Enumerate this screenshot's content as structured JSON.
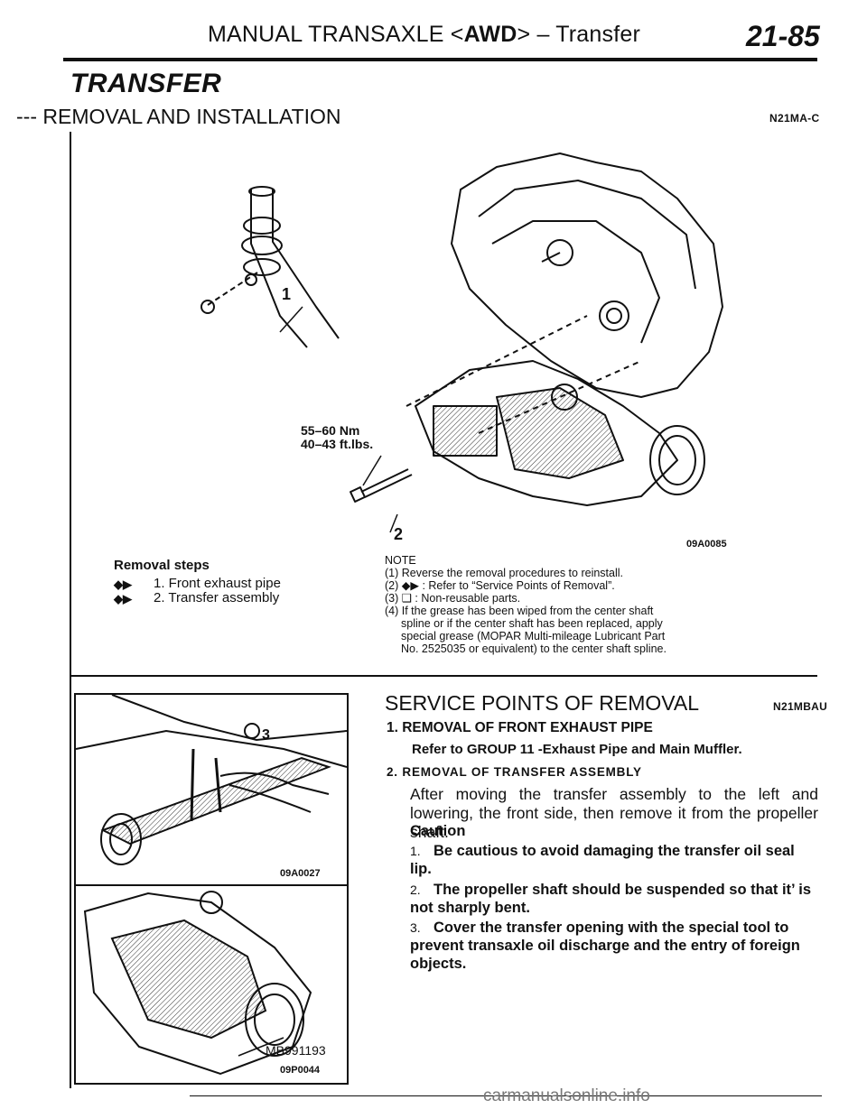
{
  "header": {
    "title_prefix": "MANUAL TRANSAXLE <",
    "title_bold": "AWD",
    "title_suffix": "> – Transfer",
    "page_number": "21-85"
  },
  "section": {
    "title": "TRANSFER",
    "subtitle": "--- REMOVAL AND INSTALLATION",
    "code": "N21MA-C"
  },
  "figure_main": {
    "callout_1": "1",
    "callout_2": "2",
    "torque_nm": "55–60 Nm",
    "torque_ft": "40–43 ft.lbs.",
    "figure_id": "09A0085"
  },
  "removal_steps": {
    "title": "Removal steps",
    "items": [
      {
        "icon": "◆▶",
        "label": "1. Front exhaust pipe"
      },
      {
        "icon": "◆▶",
        "label": "2. Transfer assembly"
      }
    ]
  },
  "note": {
    "title": "NOTE",
    "line1": "(1) Reverse the removal procedures to reinstall.",
    "line2": "(2) ◆▶ : Refer to “Service Points of Removal”.",
    "line3": "(3) ❑ : Non-reusable parts.",
    "line4a": "(4) If the grease has been wiped from the center shaft",
    "line4b": "spline or if the center shaft has been replaced, apply",
    "line4c": "special grease (MOPAR Multi-mileage Lubricant Part",
    "line4d": "No. 2525035 or equivalent) to the center shaft spline."
  },
  "service": {
    "title": "SERVICE POINTS OF REMOVAL",
    "code": "N21MBAU",
    "item1_heading": "1. REMOVAL OF FRONT EXHAUST PIPE",
    "item1_ref": "Refer to GROUP 11 -Exhaust Pipe and Main Muffler.",
    "item2_heading": "2. REMOVAL OF TRANSFER ASSEMBLY",
    "item2_body": "After moving the transfer assembly to the left and lowering, the front side, then remove it from the propeller shaft.",
    "caution_label": "Caution",
    "cautions": [
      {
        "num": "1.",
        "text": "Be cautious to avoid damaging the transfer oil seal lip."
      },
      {
        "num": "2.",
        "text": "The propeller shaft should be suspended so that it’ is not sharply bent."
      },
      {
        "num": "3.",
        "text": "Cover the transfer opening with the special tool to prevent transaxle oil discharge and the entry of foreign objects."
      }
    ]
  },
  "figure_a": {
    "callout": "3",
    "figure_id": "09A0027"
  },
  "figure_b": {
    "tool": "MB991193",
    "figure_id": "09P0044"
  },
  "footer": {
    "watermark": "carmanualsonline.info"
  }
}
